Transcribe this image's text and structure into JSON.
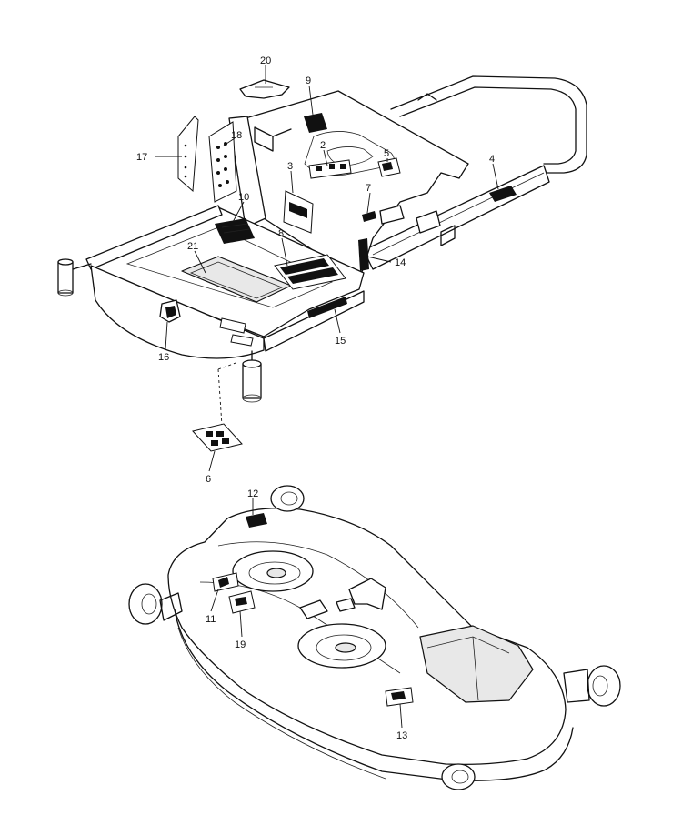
{
  "callouts": [
    {
      "id": "20",
      "label": "20"
    },
    {
      "id": "9",
      "label": "9"
    },
    {
      "id": "2",
      "label": "2"
    },
    {
      "id": "5",
      "label": "5"
    },
    {
      "id": "17",
      "label": "17"
    },
    {
      "id": "18",
      "label": "18"
    },
    {
      "id": "3",
      "label": "3"
    },
    {
      "id": "4",
      "label": "4"
    },
    {
      "id": "7",
      "label": "7"
    },
    {
      "id": "10",
      "label": "10"
    },
    {
      "id": "8",
      "label": "8"
    },
    {
      "id": "21",
      "label": "21"
    },
    {
      "id": "14",
      "label": "14"
    },
    {
      "id": "15",
      "label": "15"
    },
    {
      "id": "16",
      "label": "16"
    },
    {
      "id": "6",
      "label": "6"
    },
    {
      "id": "12",
      "label": "12"
    },
    {
      "id": "11",
      "label": "11"
    },
    {
      "id": "19",
      "label": "19"
    },
    {
      "id": "13",
      "label": "13"
    }
  ]
}
